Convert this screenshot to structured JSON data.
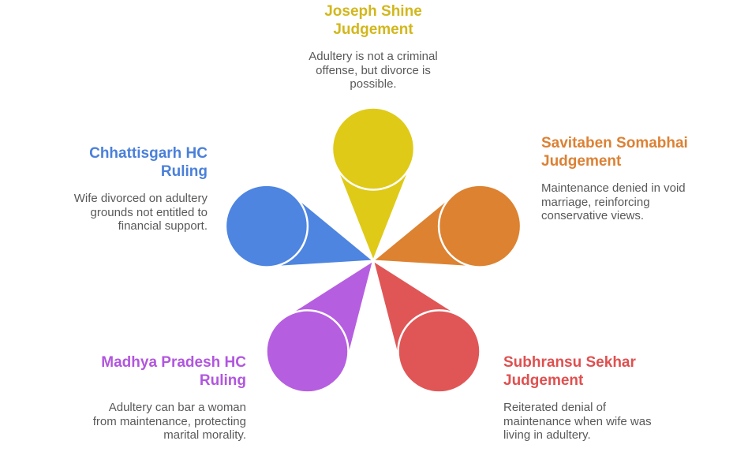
{
  "diagram": {
    "type": "flower-petal-infographic",
    "background": "#ffffff",
    "petal_outline": "#ffffff",
    "description_color": "#595959",
    "petals": [
      {
        "id": "joseph-shine",
        "position": "top",
        "heading": "Joseph Shine\nJudgement",
        "description": "Adultery is not a criminal\noffense, but divorce is\npossible.",
        "color": "#dfca17",
        "heading_color": "#d2b71c"
      },
      {
        "id": "savitaben-somabhai",
        "position": "right",
        "heading": "Savitaben Somabhai\nJudgement",
        "description": "Maintenance denied in void\nmarriage, reinforcing\nconservative views.",
        "color": "#dd8230",
        "heading_color": "#dc8134"
      },
      {
        "id": "subhransu-sekhar",
        "position": "bottom-right",
        "heading": "Subhransu Sekhar\nJudgement",
        "description": "Reiterated denial of\nmaintenance when wife was\nliving in adultery.",
        "color": "#e05656",
        "heading_color": "#df5050"
      },
      {
        "id": "madhya-pradesh-hc",
        "position": "bottom-left",
        "heading": "Madhya Pradesh HC\nRuling",
        "description": "Adultery can bar a woman\nfrom maintenance, protecting\nmarital morality.",
        "color": "#b65ee0",
        "heading_color": "#b156de"
      },
      {
        "id": "chhattisgarh-hc",
        "position": "left",
        "heading": "Chhattisgarh HC\nRuling",
        "description": "Wife divorced on adultery\ngrounds not entitled to\nfinancial support.",
        "color": "#4d85e0",
        "heading_color": "#4a80da"
      }
    ]
  }
}
